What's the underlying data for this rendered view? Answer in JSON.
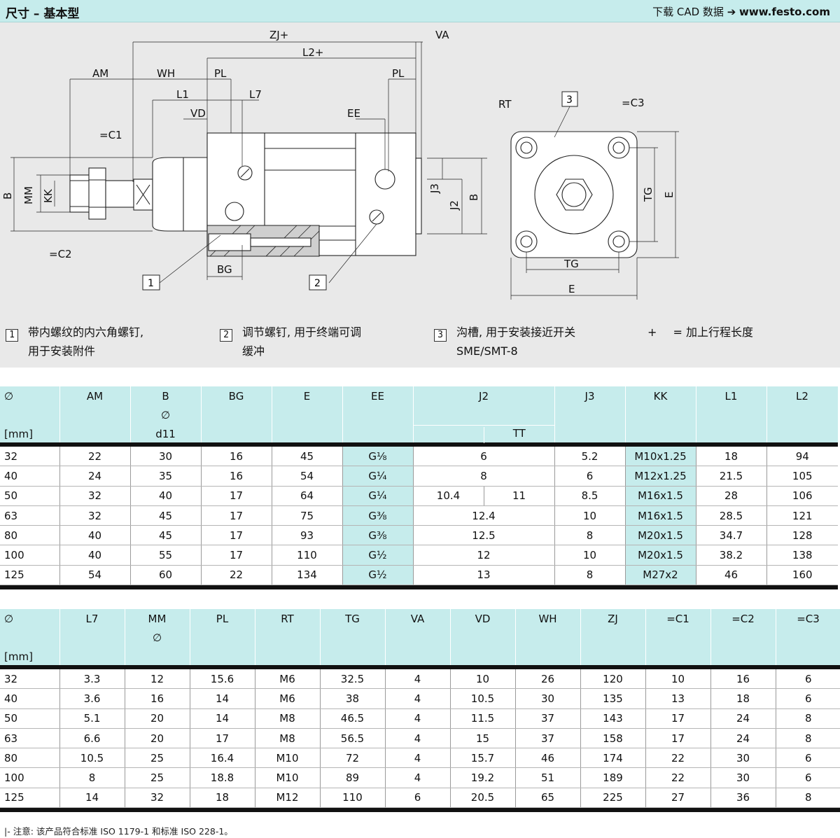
{
  "header": {
    "title": "尺寸 – 基本型",
    "cad_prefix": "下载 CAD 数据",
    "cad_url": "www.festo.com"
  },
  "drawing": {
    "labels": {
      "zj": "ZJ+",
      "va": "VA",
      "l2": "L2+",
      "am": "AM",
      "wh": "WH",
      "pl": "PL",
      "pl2": "PL",
      "l1": "L1",
      "l7": "L7",
      "vd": "VD",
      "ee": "EE",
      "b": "B",
      "mm": "MM",
      "kk": "KK",
      "j3": "J3",
      "j2": "J2",
      "b2": "B",
      "bg": "BG",
      "w1": "1",
      "w2": "2",
      "w3": "3",
      "rt": "RT",
      "tg": "TG",
      "tg2": "TG",
      "e": "E",
      "e2": "E",
      "callout1": "1",
      "callout2": "2",
      "callout3": "3"
    }
  },
  "legend": {
    "item1": {
      "num": "1",
      "line1": "带内螺纹的内六角螺钉,",
      "line2": "用于安装附件"
    },
    "item2": {
      "num": "2",
      "line1": "调节螺钉, 用于终端可调",
      "line2": "缓冲"
    },
    "item3": {
      "num": "3",
      "line1": "沟槽, 用于安装接近开关",
      "line2": "SME/SMT-8"
    },
    "item4": {
      "symbol": "+",
      "text": "= 加上行程长度"
    }
  },
  "table1": {
    "headers": {
      "d": {
        "l1": "∅",
        "l3": "[mm]"
      },
      "am": "AM",
      "b": {
        "l1": "B",
        "l2": "∅",
        "l3": "d11"
      },
      "bg": "BG",
      "e": "E",
      "ee": "EE",
      "j2": "J2",
      "tt": "TT",
      "j3": "J3",
      "kk": "KK",
      "l1": "L1",
      "l2": "L2"
    },
    "rows": [
      {
        "d": "32",
        "am": "22",
        "b": "30",
        "bg": "16",
        "e": "45",
        "ee": "G⅛",
        "j2": "6",
        "j3": "5.2",
        "kk": "M10x1.25",
        "l1": "18",
        "l2": "94"
      },
      {
        "d": "40",
        "am": "24",
        "b": "35",
        "bg": "16",
        "e": "54",
        "ee": "G¼",
        "j2": "8",
        "j3": "6",
        "kk": "M12x1.25",
        "l1": "21.5",
        "l2": "105"
      },
      {
        "d": "50",
        "am": "32",
        "b": "40",
        "bg": "17",
        "e": "64",
        "ee": "G¼",
        "j2": "10.4",
        "tt": "11",
        "j3": "8.5",
        "kk": "M16x1.5",
        "l1": "28",
        "l2": "106"
      },
      {
        "d": "63",
        "am": "32",
        "b": "45",
        "bg": "17",
        "e": "75",
        "ee": "G⅜",
        "j2": "12.4",
        "j3": "10",
        "kk": "M16x1.5",
        "l1": "28.5",
        "l2": "121"
      },
      {
        "d": "80",
        "am": "40",
        "b": "45",
        "bg": "17",
        "e": "93",
        "ee": "G⅜",
        "j2": "12.5",
        "j3": "8",
        "kk": "M20x1.5",
        "l1": "34.7",
        "l2": "128"
      },
      {
        "d": "100",
        "am": "40",
        "b": "55",
        "bg": "17",
        "e": "110",
        "ee": "G½",
        "j2": "12",
        "j3": "10",
        "kk": "M20x1.5",
        "l1": "38.2",
        "l2": "138"
      },
      {
        "d": "125",
        "am": "54",
        "b": "60",
        "bg": "22",
        "e": "134",
        "ee": "G½",
        "j2": "13",
        "j3": "8",
        "kk": "M27x2",
        "l1": "46",
        "l2": "160"
      }
    ]
  },
  "table2": {
    "headers": {
      "d": {
        "l1": "∅",
        "l3": "[mm]"
      },
      "l7": "L7",
      "mm": {
        "l1": "MM",
        "l2": "∅"
      },
      "pl": "PL",
      "rt": "RT",
      "tg": "TG",
      "va": "VA",
      "vd": "VD",
      "wh": "WH",
      "zj": "ZJ",
      "w1": "=C1",
      "w2": "=C2",
      "w3": "=C3"
    },
    "rows": [
      {
        "d": "32",
        "l7": "3.3",
        "mm": "12",
        "pl": "15.6",
        "rt": "M6",
        "tg": "32.5",
        "va": "4",
        "vd": "10",
        "wh": "26",
        "zj": "120",
        "w1": "10",
        "w2": "16",
        "w3": "6"
      },
      {
        "d": "40",
        "l7": "3.6",
        "mm": "16",
        "pl": "14",
        "rt": "M6",
        "tg": "38",
        "va": "4",
        "vd": "10.5",
        "wh": "30",
        "zj": "135",
        "w1": "13",
        "w2": "18",
        "w3": "6"
      },
      {
        "d": "50",
        "l7": "5.1",
        "mm": "20",
        "pl": "14",
        "rt": "M8",
        "tg": "46.5",
        "va": "4",
        "vd": "11.5",
        "wh": "37",
        "zj": "143",
        "w1": "17",
        "w2": "24",
        "w3": "8"
      },
      {
        "d": "63",
        "l7": "6.6",
        "mm": "20",
        "pl": "17",
        "rt": "M8",
        "tg": "56.5",
        "va": "4",
        "vd": "15",
        "wh": "37",
        "zj": "158",
        "w1": "17",
        "w2": "24",
        "w3": "8"
      },
      {
        "d": "80",
        "l7": "10.5",
        "mm": "25",
        "pl": "16.4",
        "rt": "M10",
        "tg": "72",
        "va": "4",
        "vd": "15.7",
        "wh": "46",
        "zj": "174",
        "w1": "22",
        "w2": "30",
        "w3": "6"
      },
      {
        "d": "100",
        "l7": "8",
        "mm": "25",
        "pl": "18.8",
        "rt": "M10",
        "tg": "89",
        "va": "4",
        "vd": "19.2",
        "wh": "51",
        "zj": "189",
        "w1": "22",
        "w2": "30",
        "w3": "6"
      },
      {
        "d": "125",
        "l7": "14",
        "mm": "32",
        "pl": "18",
        "rt": "M12",
        "tg": "110",
        "va": "6",
        "vd": "20.5",
        "wh": "65",
        "zj": "225",
        "w1": "27",
        "w2": "36",
        "w3": "8"
      }
    ]
  },
  "footnote": "注意: 该产品符合标准 ISO 1179-1 和标准 ISO 228-1。"
}
